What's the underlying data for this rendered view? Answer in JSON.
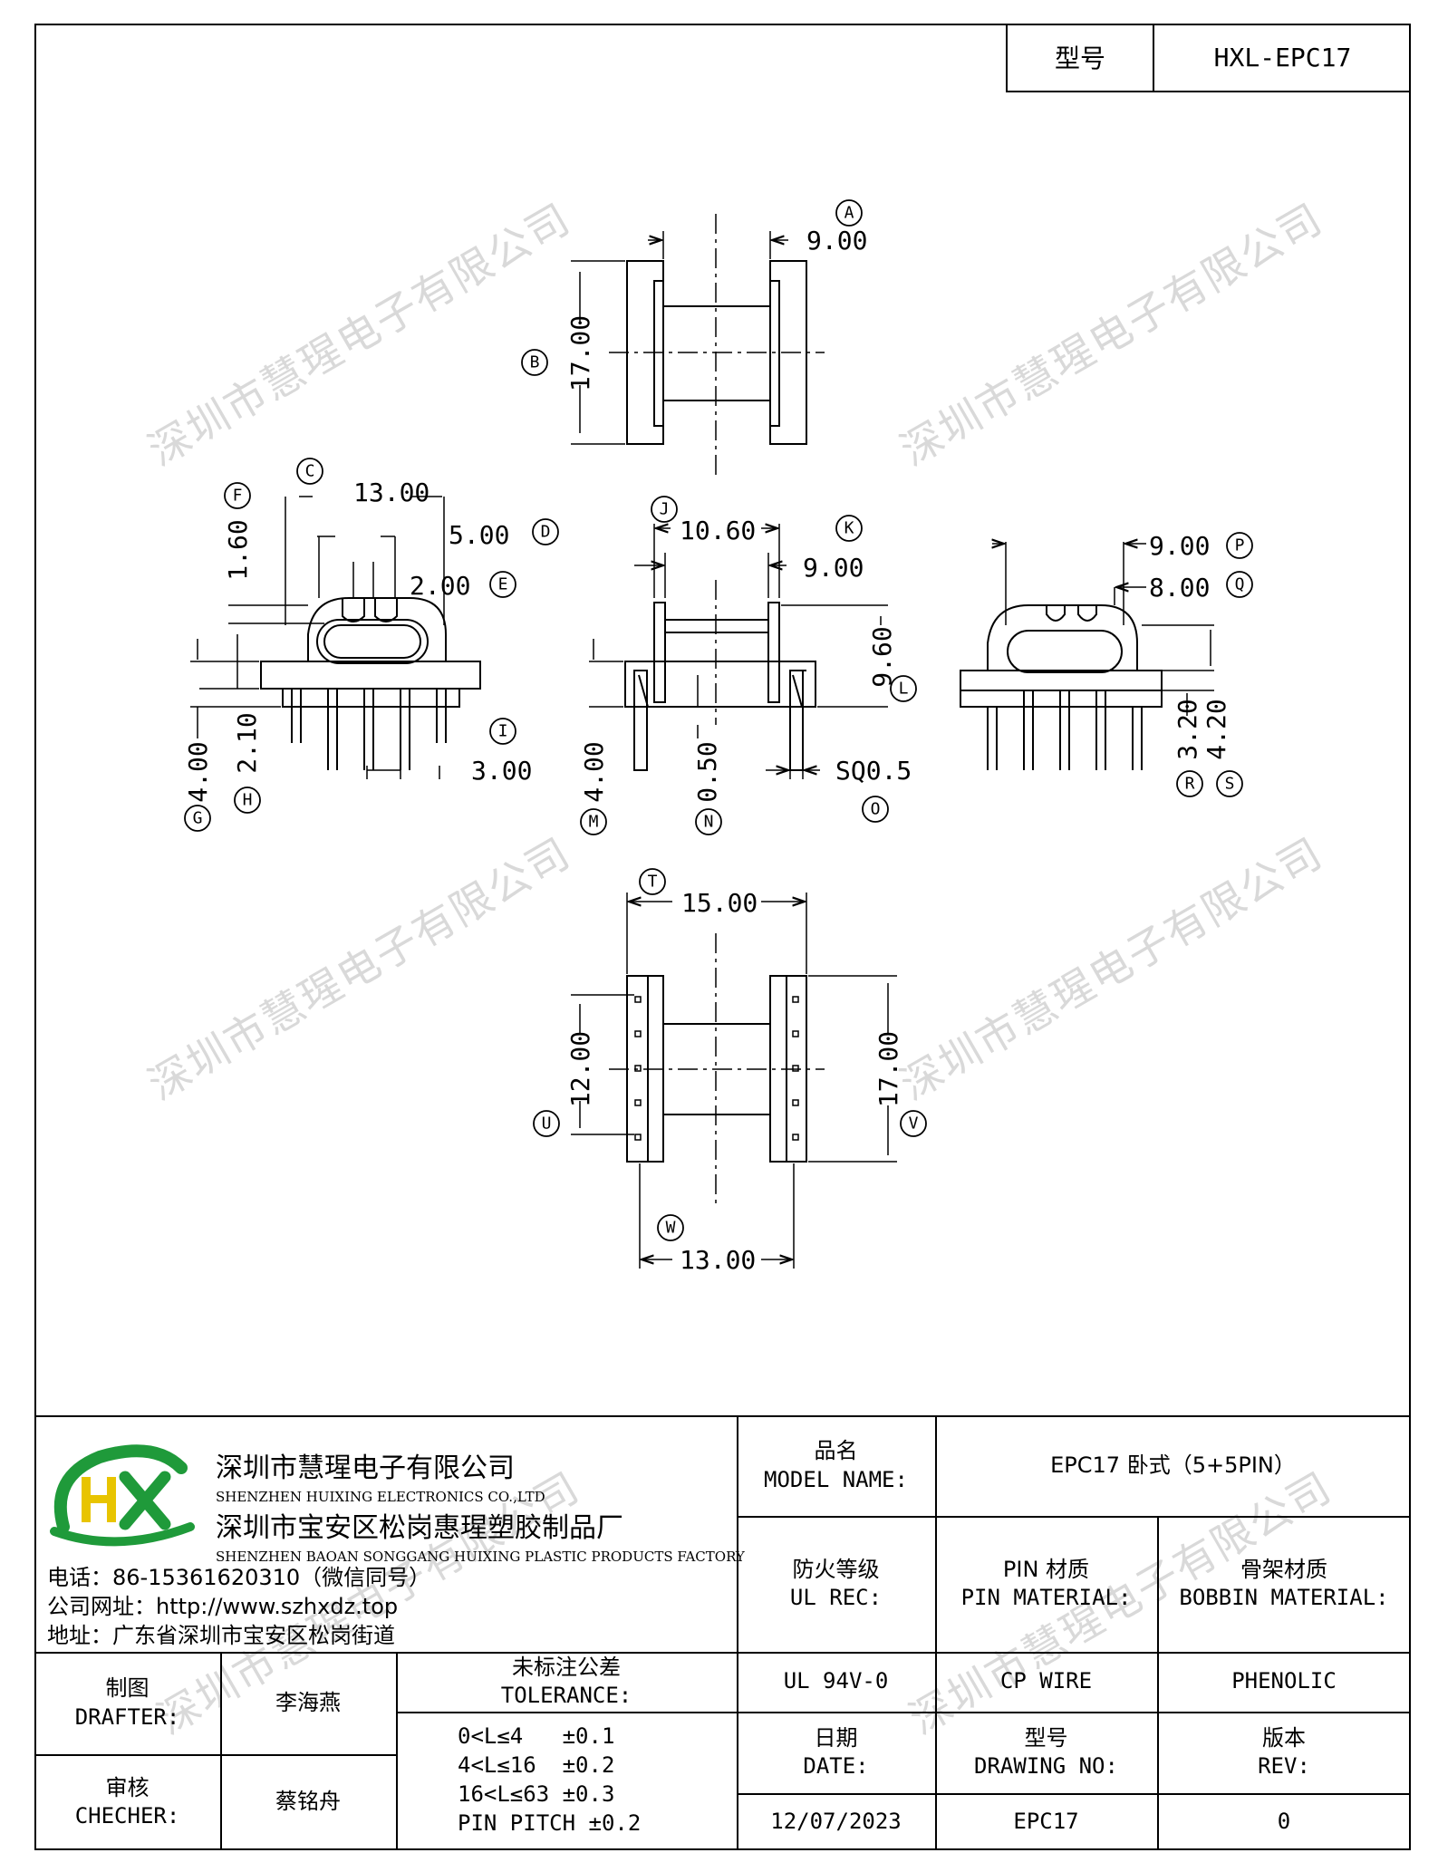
{
  "header": {
    "model_label": "型号",
    "model_value": "HXL-EPC17"
  },
  "watermark": "深圳市慧瑆电子有限公司",
  "dims": {
    "A": "A",
    "B": "B",
    "C": "C",
    "D": "D",
    "E": "E",
    "F": "F",
    "G": "G",
    "H": "H",
    "I": "I",
    "J": "J",
    "K": "K",
    "L": "L",
    "M": "M",
    "N": "N",
    "O": "O",
    "P": "P",
    "Q": "Q",
    "R": "R",
    "S": "S",
    "T": "T",
    "U": "U",
    "V": "V",
    "W": "W",
    "vA": "9.00",
    "vB": "17.00",
    "vC": "13.00",
    "vD": "5.00",
    "vE": "2.00",
    "vF": "1.60",
    "vG": "4.00",
    "vH": "2.10",
    "vI": "3.00",
    "vJ": "10.60",
    "vK": "9.00",
    "vL": "9.60",
    "vM": "4.00",
    "vN": "0.50",
    "vO": "SQ0.5",
    "vP": "9.00",
    "vQ": "8.00",
    "vR": "3.20",
    "vS": "4.20",
    "vT": "15.00",
    "vU": "12.00",
    "vV": "17.00",
    "vW": "13.00"
  },
  "logo": {
    "letters": "HX",
    "green": "#1f9a3a",
    "yellow": "#e8c400"
  },
  "company": {
    "name1": "深圳市慧瑆电子有限公司",
    "name1_en": "SHENZHEN HUIXING ELECTRONICS CO.,LTD",
    "name2": "深圳市宝安区松岗惠瑆塑胶制品厂",
    "name2_en": "SHENZHEN BAOAN SONGGANG HUIXING PLASTIC PRODUCTS FACTORY",
    "phone": "电话：86-15361620310（微信同号）",
    "website": "公司网址：http://www.szhxdz.top",
    "address": "地址：广东省深圳市宝安区松岗街道"
  },
  "titleblock": {
    "model_name_cn": "品名",
    "model_name_en": "MODEL NAME:",
    "model_name_value": "EPC17 卧式（5+5PIN）",
    "ul_cn": "防火等级",
    "ul_en": "UL REC:",
    "ul_value": "UL 94V-0",
    "pin_cn": "PIN 材质",
    "pin_en": "PIN MATERIAL:",
    "pin_value": "CP WIRE",
    "bobbin_cn": "骨架材质",
    "bobbin_en": "BOBBIN MATERIAL:",
    "bobbin_value": "PHENOLIC",
    "drafter_cn": "制图",
    "drafter_en": "DRAFTER:",
    "drafter_value": "李海燕",
    "checker_cn": "审核",
    "checker_en": "CHECHER:",
    "checker_value": "蔡铭舟",
    "tol_cn": "未标注公差",
    "tol_en": "TOLERANCE:",
    "tol_lines": [
      "0<L≤4   ±0.1",
      "4<L≤16  ±0.2",
      "16<L≤63 ±0.3",
      "PIN PITCH ±0.2"
    ],
    "date_cn": "日期",
    "date_en": "DATE:",
    "date_value": "12/07/2023",
    "dwg_cn": "型号",
    "dwg_en": "DRAWING NO:",
    "dwg_value": "EPC17",
    "rev_cn": "版本",
    "rev_en": "REV:",
    "rev_value": "0"
  }
}
